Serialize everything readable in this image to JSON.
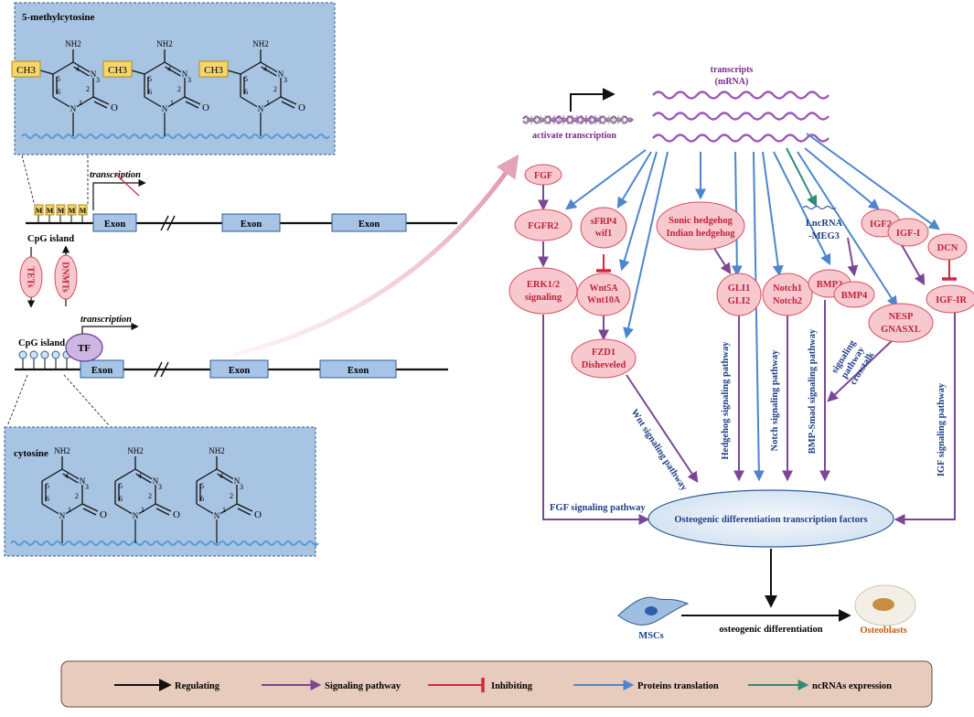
{
  "methylated_box": {
    "title": "5-methylcytosine",
    "group": "CH3",
    "nh2": "NH2",
    "ring_n": "N",
    "ring_o": "O",
    "ring_numbers": [
      "1",
      "2",
      "3",
      "4",
      "5",
      "6"
    ]
  },
  "cytosine_box": {
    "title": "cytosine",
    "nh2": "NH2",
    "ring_n": "N",
    "ring_o": "O",
    "ring_numbers": [
      "1",
      "2",
      "3",
      "4",
      "5",
      "6"
    ]
  },
  "gene_top": {
    "methyl_mark": "M",
    "cpg_label": "CpG island",
    "transcription_label": "transcription",
    "exons": [
      "Exon",
      "Exon",
      "Exon"
    ]
  },
  "gene_bottom": {
    "cpg_label": "CpG island",
    "tf_label": "TF",
    "transcription_label": "transcription",
    "exons": [
      "Exon",
      "Exon",
      "Exon"
    ]
  },
  "enzymes": {
    "tets": "TETs",
    "dnmts": "DNMTs"
  },
  "transcription": {
    "activate_label": "activate transcription",
    "transcripts_line1": "transcripts",
    "transcripts_line2": "(mRNA)"
  },
  "nodes": {
    "fgf": "FGF",
    "fgfr2": "FGFR2",
    "erk_line1": "ERK1/2",
    "erk_line2": "signaling",
    "sfrp4_line1": "sFRP4",
    "sfrp4_line2": "wif1",
    "wnt_line1": "Wnt5A",
    "wnt_line2": "Wnt10A",
    "fzd_line1": "FZD1",
    "fzd_line2": "Disheveled",
    "shh_line1": "Sonic hedgehog",
    "shh_line2": "Indian hedgehog",
    "gli_line1": "GLI1",
    "gli_line2": "GLI2",
    "notch_line1": "Notch1",
    "notch_line2": "Notch2",
    "lncrna_line1": "LncRNA",
    "lncrna_line2": "-MEG3",
    "bmp2": "BMP2",
    "bmp4": "BMP4",
    "nesp_line1": "NESP",
    "nesp_line2": "GNASXL",
    "igf2": "IGF2",
    "igf1": "IGF-I",
    "dcn": "DCN",
    "igfir": "IGF-IR"
  },
  "pathways": {
    "fgf": "FGF signaling pathway",
    "wnt": "Wnt signaling pathway",
    "hedgehog": "Hedgehog signaling pathway",
    "notch": "Notch signaling pathway",
    "bmp": "BMP-Smad signaling pathway",
    "crosstalk_line1": "signaling",
    "crosstalk_line2": "pathway",
    "crosstalk_line3": "crosstalk",
    "igf": "IGF signaling pathway"
  },
  "outcome": {
    "factors": "Osteogenic differentiation transcription factors",
    "mscs": "MSCs",
    "differentiation": "osteogenic differentiation",
    "osteoblasts": "Osteoblasts"
  },
  "legend": {
    "regulating": "Regulating",
    "signaling": "Signaling pathway",
    "inhibiting": "Inhibiting",
    "proteins": "Proteins translation",
    "ncrnas": "ncRNAs expression"
  },
  "colors": {
    "regulating": "#111111",
    "signaling": "#7b4795",
    "inhibiting": "#d7263d",
    "proteins": "#4d86cf",
    "ncrnas": "#2e8b7a"
  }
}
